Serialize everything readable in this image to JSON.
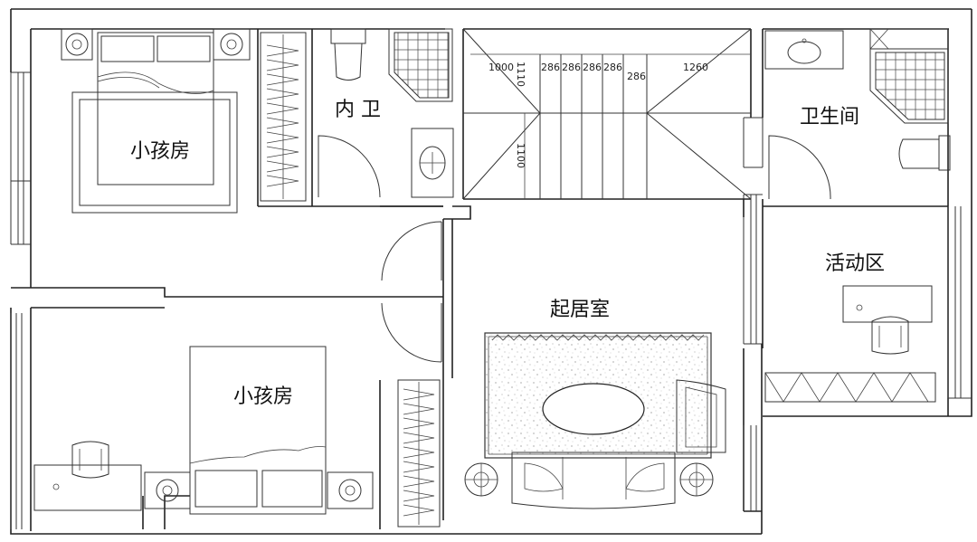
{
  "rooms": {
    "kids_room_top": "小孩房",
    "inner_bath": "内  卫",
    "bathroom": "卫生间",
    "activity_area": "活动区",
    "living_room": "起居室",
    "kids_room_bottom": "小孩房"
  },
  "dimensions": {
    "d1000": "1000",
    "d1110": "1110",
    "t1": "286",
    "t2": "286",
    "t3": "286",
    "t4": "286",
    "t5": "286",
    "d1260": "1260",
    "d1100": "1100"
  }
}
